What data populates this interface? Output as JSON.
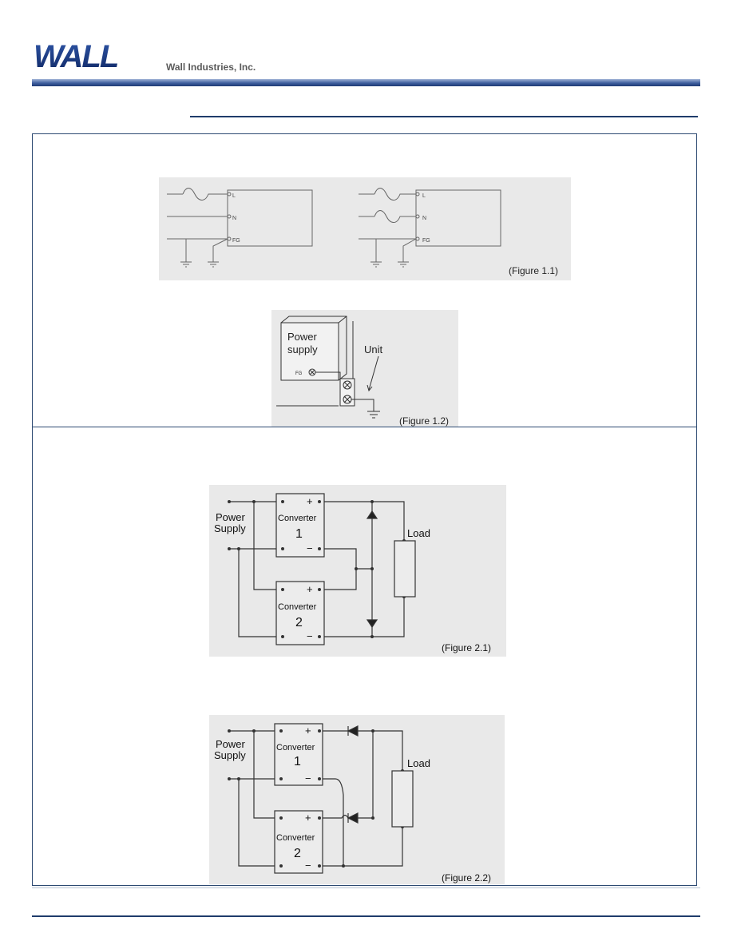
{
  "header": {
    "logo_text": "WALL",
    "company_name": "Wall Industries, Inc."
  },
  "figures": {
    "fig_1_1": {
      "caption": "(Figure 1.1)",
      "terminals": [
        "L",
        "N",
        "FG"
      ]
    },
    "fig_1_2": {
      "caption": "(Figure 1.2)",
      "box_label_line1": "Power",
      "box_label_line2": "supply",
      "fg_label": "FG",
      "unit_label": "Unit"
    },
    "fig_2_1": {
      "caption": "(Figure 2.1)",
      "source_line1": "Power",
      "source_line2": "Supply",
      "converter_label": "Converter",
      "converter_1": "1",
      "converter_2": "2",
      "plus": "+",
      "minus": "−",
      "load_label": "Load"
    },
    "fig_2_2": {
      "caption": "(Figure 2.2)",
      "source_line1": "Power",
      "source_line2": "Supply",
      "converter_label": "Converter",
      "converter_1": "1",
      "converter_2": "2",
      "plus": "+",
      "minus": "−",
      "load_label": "Load"
    }
  },
  "colors": {
    "brand_blue": "#1f3c6b",
    "diagram_bg": "#e9e9e9"
  }
}
